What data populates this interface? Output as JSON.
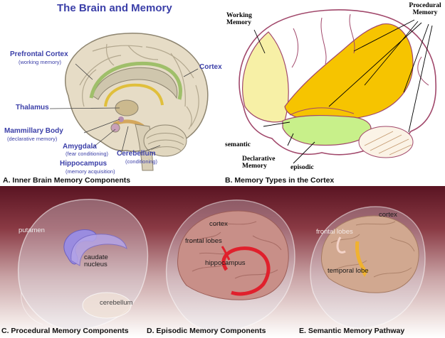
{
  "panel_a": {
    "title": "The Brain and Memory",
    "labels": {
      "prefrontal": "Prefrontal Cortex",
      "prefrontal_sub": "(working memory)",
      "cortex": "Cortex",
      "thalamus": "Thalamus",
      "mammillary": "Mammillary Body",
      "mammillary_sub": "(declarative memory)",
      "amygdala": "Amygdala",
      "amygdala_sub": "(fear conditioning)",
      "cerebellum": "Cerebellum",
      "cerebellum_sub": "(conditioning)",
      "hippocampus": "Hippocampus",
      "hippocampus_sub": "(memory acquisition)"
    },
    "caption": "A. Inner Brain Memory Components"
  },
  "panel_b": {
    "labels": {
      "working": "Working Memory",
      "procedural": "Procedural Memory",
      "semantic": "semantic",
      "declarative": "Declarative Memory",
      "episodic": "episodic"
    },
    "caption": "B. Memory Types in the Cortex"
  },
  "panel_c": {
    "labels": {
      "putamen": "putamen",
      "caudate": "caudate nucleus",
      "cerebellum": "cerebellum"
    },
    "caption": "C. Procedural Memory Components"
  },
  "panel_d": {
    "labels": {
      "cortex": "cortex",
      "frontal": "frontal lobes",
      "hippocampus": "hippocampus"
    },
    "caption": "D. Episodic Memory Components"
  },
  "panel_e": {
    "labels": {
      "cortex": "cortex",
      "frontal": "frontal lobes",
      "temporal": "temporal lobe"
    },
    "caption": "E. Semantic Memory Pathway"
  },
  "colors": {
    "label_blue": "#3b3fa8",
    "working_memory": "#f7f0a6",
    "procedural_memory": "#f6c400",
    "declarative_memory": "#c8f08a",
    "background_maroon": "#5a1422"
  }
}
